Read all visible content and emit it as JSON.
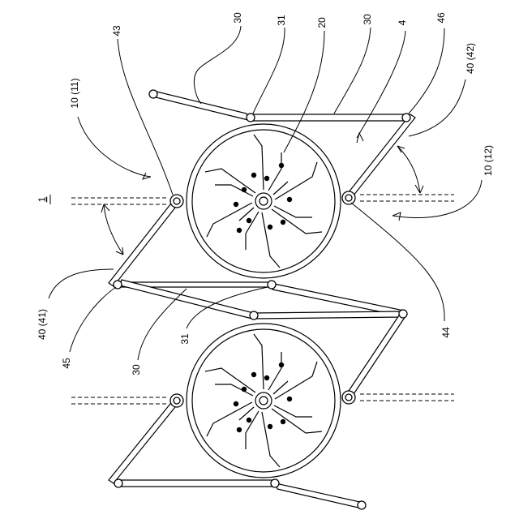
{
  "figure": {
    "ref_main": "1",
    "labels": {
      "l_30_top_a": "30",
      "l_31_top": "31",
      "l_20": "20",
      "l_30_top_b": "30",
      "l_4": "4",
      "l_46": "46",
      "l_43": "43",
      "l_10_11": "10 (11)",
      "l_40_42": "40 (42)",
      "l_10_12": "10 (12)",
      "l_44": "44",
      "l_40_41": "40 (41)",
      "l_45": "45",
      "l_30_bottom": "30",
      "l_31_bottom": "31"
    }
  }
}
